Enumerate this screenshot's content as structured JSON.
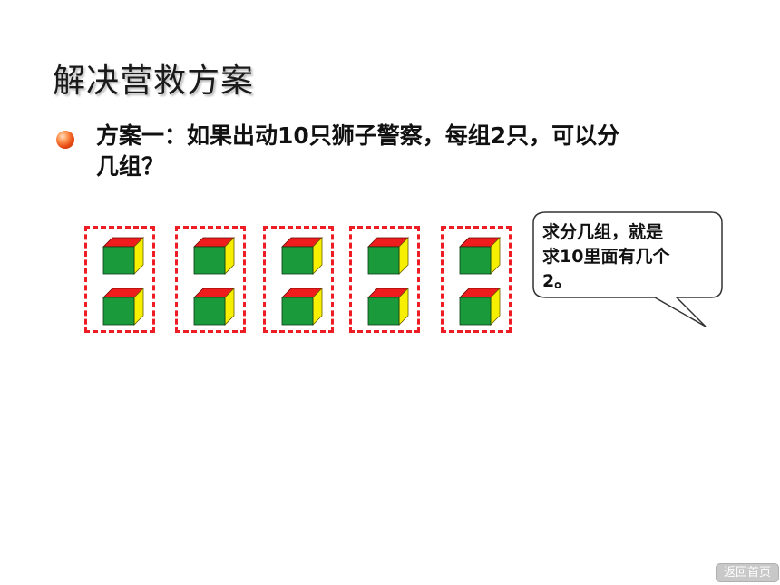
{
  "title": "解决营救方案",
  "body": {
    "line1": "方案一：如果出动10只狮子警察，每组2只，可以分",
    "line2": "几组？"
  },
  "speech_bubble": {
    "line1": "求分几组，就是",
    "line2": "求10里面有几个",
    "line3": "2。"
  },
  "groups": {
    "count": 5,
    "cubes_per_group": 2
  },
  "colors": {
    "cube_front": "#1b9a3c",
    "cube_top": "#ee1c1c",
    "cube_side": "#f7ef00",
    "dash_border": "#ee1c24"
  },
  "nav": {
    "home_label": "返回首页"
  }
}
